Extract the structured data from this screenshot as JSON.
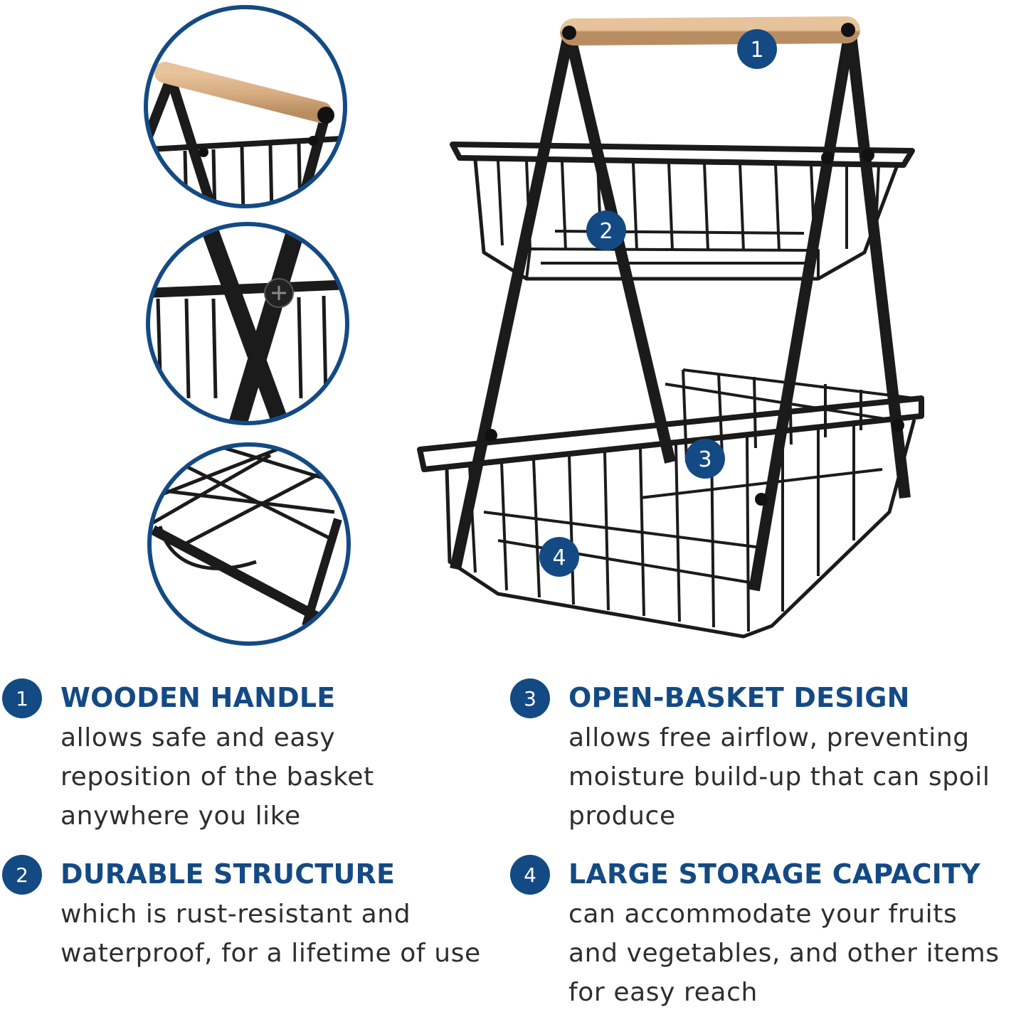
{
  "colors": {
    "brand_blue": "#144a84",
    "metal_black": "#1b1b1b",
    "wood": "#d9b188",
    "text": "#2e2e2e"
  },
  "callout_markers": [
    "1",
    "2",
    "3",
    "4"
  ],
  "features": [
    {
      "number": "1",
      "heading": "WOODEN HANDLE",
      "lines": [
        "allows safe and easy",
        "reposition of the basket",
        "anywhere you like"
      ]
    },
    {
      "number": "2",
      "heading": "DURABLE STRUCTURE",
      "lines": [
        "which is rust-resistant and",
        "waterproof, for a lifetime of use"
      ]
    },
    {
      "number": "3",
      "heading": "OPEN-BASKET DESIGN",
      "lines": [
        "allows free airflow, preventing",
        "moisture build-up that can spoil",
        "produce"
      ]
    },
    {
      "number": "4",
      "heading": "LARGE STORAGE CAPACITY",
      "lines": [
        "can accommodate your fruits",
        "and vegetables, and other items",
        "for easy reach"
      ]
    }
  ]
}
